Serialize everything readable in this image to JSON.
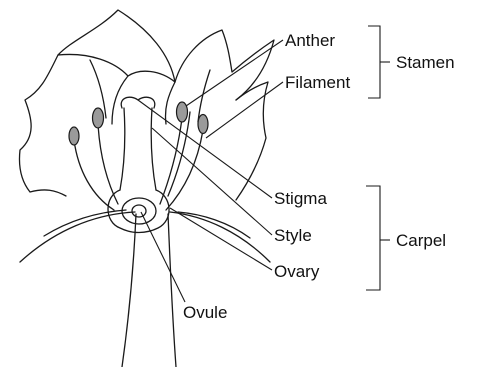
{
  "labels": {
    "anther": "Anther",
    "filament": "Filament",
    "stamen": "Stamen",
    "stigma": "Stigma",
    "style": "Style",
    "carpel": "Carpel",
    "ovary": "Ovary",
    "ovule": "Ovule"
  },
  "colors": {
    "line": "#1a1a1a",
    "anther_fill": "#9a9a9a",
    "background": "#ffffff"
  }
}
